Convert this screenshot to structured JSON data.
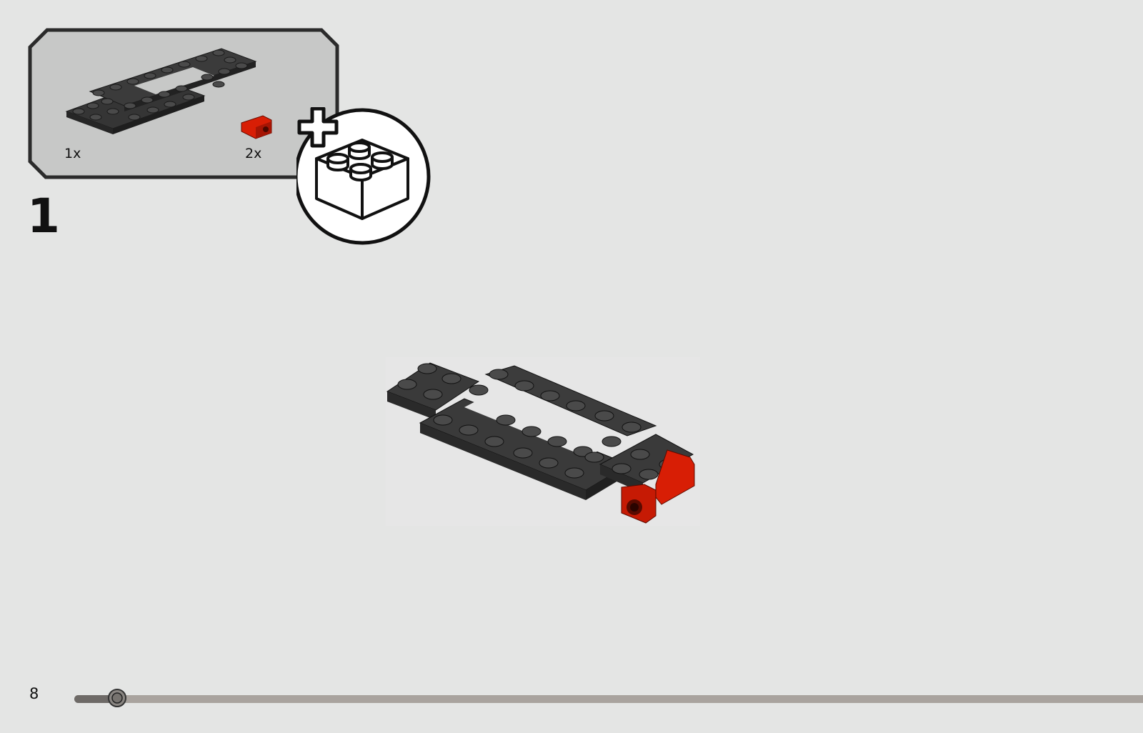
{
  "step": {
    "number": "1",
    "parts": [
      {
        "item": "black-frame-plate",
        "quantity": "1x"
      },
      {
        "item": "red-bracket",
        "quantity": "2x"
      }
    ]
  },
  "page": {
    "number": "8",
    "progress": 0.04
  },
  "icons": {
    "badge": "add-brick-icon",
    "plus": "plus-icon"
  },
  "colors": {
    "background": "#e4e5e4",
    "plate": "#3a3a3a",
    "bracket": "#d81e05",
    "callout": "#c7c8c7",
    "progress_track": "#a9a39e",
    "progress_fill": "#6e6a67"
  }
}
